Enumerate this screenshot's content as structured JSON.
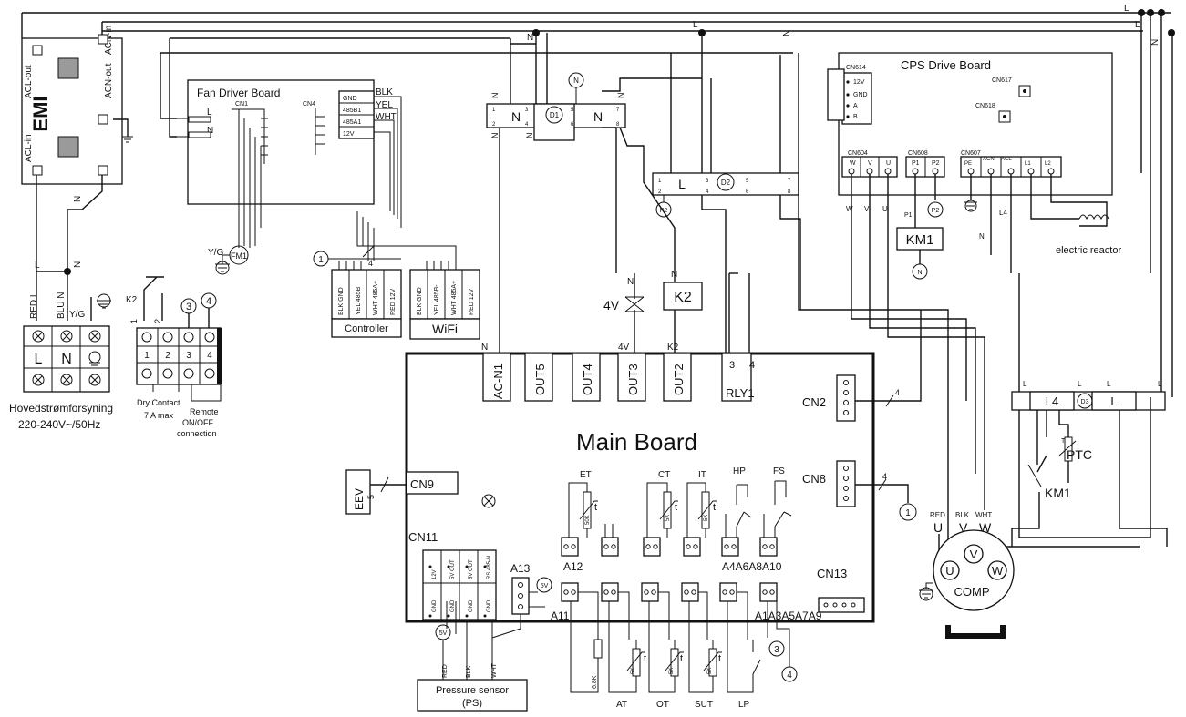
{
  "emi": {
    "title": "EMI",
    "acl_out": "ACL-out",
    "acn_out": "ACN-out",
    "acn_in": "ACN-in",
    "acl_in": "ACL-in"
  },
  "supply": {
    "wire_red": "RED L",
    "wire_blu": "BLU N",
    "wire_yg": "Y/G",
    "term_l": "L",
    "term_n": "N",
    "label": "Hovedstrømforsyning",
    "rating": "220-240V~/50Hz"
  },
  "dry_contact": {
    "k2": "K2",
    "pin1": "1",
    "pin2": "2",
    "c3": "3",
    "c4": "4",
    "t1": "1",
    "t2": "2",
    "t3": "3",
    "t4": "4",
    "label1": "Dry Contact",
    "label2": "7 A max",
    "remote1": "Remote",
    "remote2": "ON/OFF",
    "remote3": "connection"
  },
  "fan_board": {
    "title": "Fan Driver Board",
    "cn1": "CN1",
    "cn4": "CN4",
    "l": "L",
    "n": "N",
    "pins": [
      "GND",
      "485B1",
      "485A1",
      "12V"
    ],
    "wires": [
      "BLK",
      "YEL",
      "WHT"
    ],
    "yg": "Y/G",
    "fm1": "FM1",
    "c1": "1",
    "four": "4"
  },
  "controller": {
    "label": "Controller",
    "pins": [
      "BLK GND",
      "YEL 485B",
      "WHT 485A+",
      "RED 12V"
    ]
  },
  "wifi": {
    "label": "WiFi",
    "pins": [
      "BLK GND",
      "YEL 485B-",
      "WHT 485A+",
      "RED 12V"
    ]
  },
  "terminal_n": {
    "n_left": "N",
    "n_right": "N",
    "d1": "D1",
    "n_circle": "N",
    "n_top": "N",
    "pins": [
      "1",
      "2",
      "3",
      "4",
      "5",
      "6",
      "7",
      "8"
    ]
  },
  "terminal_l": {
    "label": "L",
    "d2": "D2",
    "p2": "P2",
    "pins": [
      "1",
      "2",
      "3",
      "4",
      "5",
      "6",
      "7",
      "8"
    ]
  },
  "cps": {
    "title": "CPS Drive Board",
    "cn614": "CN614",
    "cn614_pins": [
      "12V",
      "GND",
      "A",
      "B"
    ],
    "cn617": "CN617",
    "cn618": "CN618",
    "cn604": "CN604",
    "uvw": [
      "W",
      "V",
      "U"
    ],
    "cn608": "CN608",
    "p1": "P1",
    "p2": "P2",
    "cn607": "CN607",
    "cn607_pins": [
      "PE",
      "ACN",
      "ACL",
      "L1",
      "L2"
    ],
    "km1": "KM1",
    "n": "N",
    "p2c": "P2",
    "l4": "L4",
    "reactor": "electric reactor"
  },
  "valve": {
    "n": "N",
    "label": "4V"
  },
  "k2": {
    "n": "N",
    "label": "K2"
  },
  "main": {
    "title": "Main Board",
    "ports": [
      "AC-N1",
      "OUT5",
      "OUT4",
      "OUT3",
      "OUT2",
      "RLY1"
    ],
    "rly_pins": [
      "3",
      "4"
    ],
    "wire_n": "N",
    "wire_4v": "4V",
    "wire_k2": "K2",
    "cn2": "CN2",
    "cn8": "CN8",
    "cn9": "CN9",
    "cn11": "CN11",
    "cn13": "CN13",
    "eev": "EEV",
    "five": "5",
    "four": "4",
    "c1": "1",
    "cn11_top": [
      "12V",
      "5V OUT",
      "5V OUT",
      "RS 485-N"
    ],
    "cn11_bot": [
      "GND",
      "GND",
      "GND",
      "GND"
    ],
    "a13": "A13",
    "fivev": "5V",
    "a11": "A11",
    "a12": "A12",
    "sensors_top": [
      "ET",
      "CT",
      "IT",
      "HP",
      "FS"
    ],
    "values_top": [
      "50K",
      "5K",
      "5K"
    ],
    "t": "t",
    "a4a6a8a10": "A4A6A8A10",
    "a1a3a5a7a9": "A1A3A5A7A9",
    "sensors_bot": [
      "AT",
      "OT",
      "SUT",
      "LP"
    ],
    "values_bot": [
      "6.8K",
      "5K",
      "5K",
      "5K"
    ],
    "c3": "3",
    "c4": "4"
  },
  "ps": {
    "line1": "Pressure sensor",
    "line2": "(PS)",
    "wires": [
      "RED",
      "BLK",
      "WHT"
    ],
    "fivev": "5V"
  },
  "right": {
    "l4": "L4",
    "l": "L",
    "d3": "D3",
    "ptc": "PTC",
    "km1": "KM1",
    "t": "T",
    "small_l": "L",
    "comp_colors": [
      "RED",
      "BLK",
      "WHT"
    ],
    "comp_uvw": [
      "U",
      "V",
      "W"
    ],
    "comp": "COMP"
  },
  "edge": {
    "n1": "N",
    "n2": "N",
    "n3": "N",
    "l1": "L",
    "l2": "L",
    "l3": "L"
  }
}
